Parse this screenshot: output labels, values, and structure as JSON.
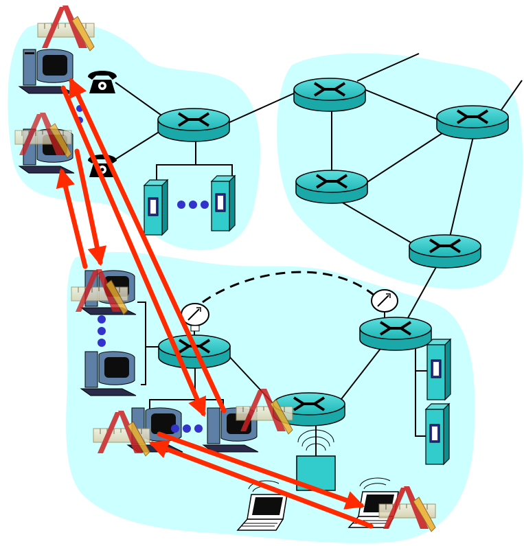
{
  "diagram": {
    "kind": "network-topology",
    "colors": {
      "cloud_fill": "#ccffff",
      "device_fill": "#33cccc",
      "device_dark": "#0b4f4f",
      "arrow": "#ff2a00",
      "dots": "#3333cc",
      "monitor_frame": "#5e7fa6",
      "screen": "#0d0d0d",
      "app_icon_bg": "#e9e2c9",
      "app_icon_red": "#cc2222",
      "pencil": "#f0b030"
    },
    "icon_legend": {
      "router": "router-icon",
      "server": "server-icon",
      "host": "desktop-computer-icon",
      "phone": "telephone-icon",
      "laptop": "laptop-icon",
      "access_point": "wireless-access-point-icon",
      "satellite_dish": "satellite-dish-icon",
      "application": "application-icon"
    },
    "regions": [
      "home-network",
      "isp-network",
      "institutional-network"
    ],
    "routers": 8,
    "servers": 4,
    "applications": 6,
    "hosts": 6,
    "laptops": 2,
    "phones": 2,
    "flows": 4,
    "links": [
      "router-home-to-router-isp-top",
      "router-isp-top-to-router-isp-right",
      "router-isp-top-to-router-isp-mid",
      "router-isp-mid-to-router-isp-right",
      "router-isp-mid-to-router-isp-bottom",
      "router-isp-right-to-router-isp-bottom",
      "router-isp-bottom-to-router-inst-right",
      "router-inst-right-to-router-inst-bottom",
      "router-inst-center-to-router-inst-bottom",
      "router-home-to-servers",
      "router-inst-center-to-hosts",
      "router-inst-right-to-servers",
      "router-inst-bottom-to-access-point",
      "satellite-link"
    ]
  }
}
